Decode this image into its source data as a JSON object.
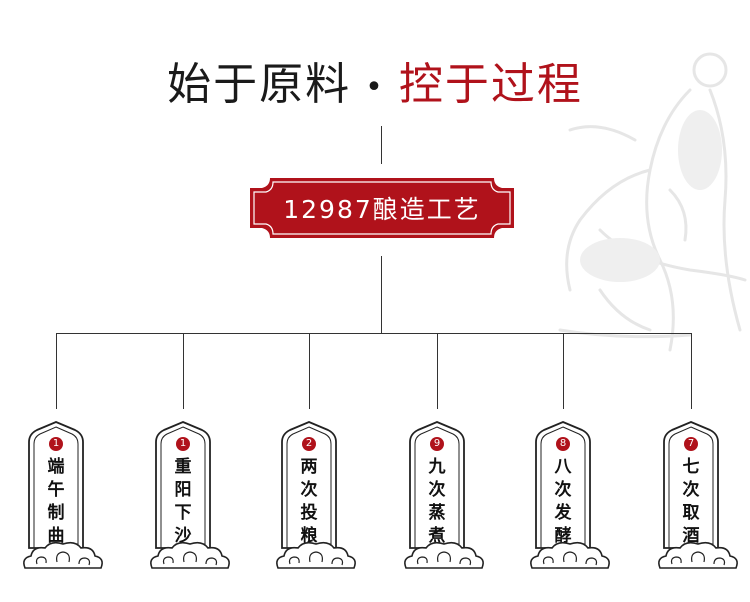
{
  "header": {
    "title_left": "始于原料",
    "separator": "•",
    "title_right": "控于过程"
  },
  "banner": {
    "label": "12987酿造工艺"
  },
  "steps": [
    {
      "number": "1",
      "label": "端午制曲"
    },
    {
      "number": "1",
      "label": "重阳下沙"
    },
    {
      "number": "2",
      "label": "两次投粮"
    },
    {
      "number": "9",
      "label": "九次蒸煮"
    },
    {
      "number": "8",
      "label": "八次发酵"
    },
    {
      "number": "7",
      "label": "七次取酒"
    }
  ],
  "colors": {
    "accent_red": "#b0121b",
    "text_dark": "#1a1a1a",
    "line": "#333333"
  }
}
